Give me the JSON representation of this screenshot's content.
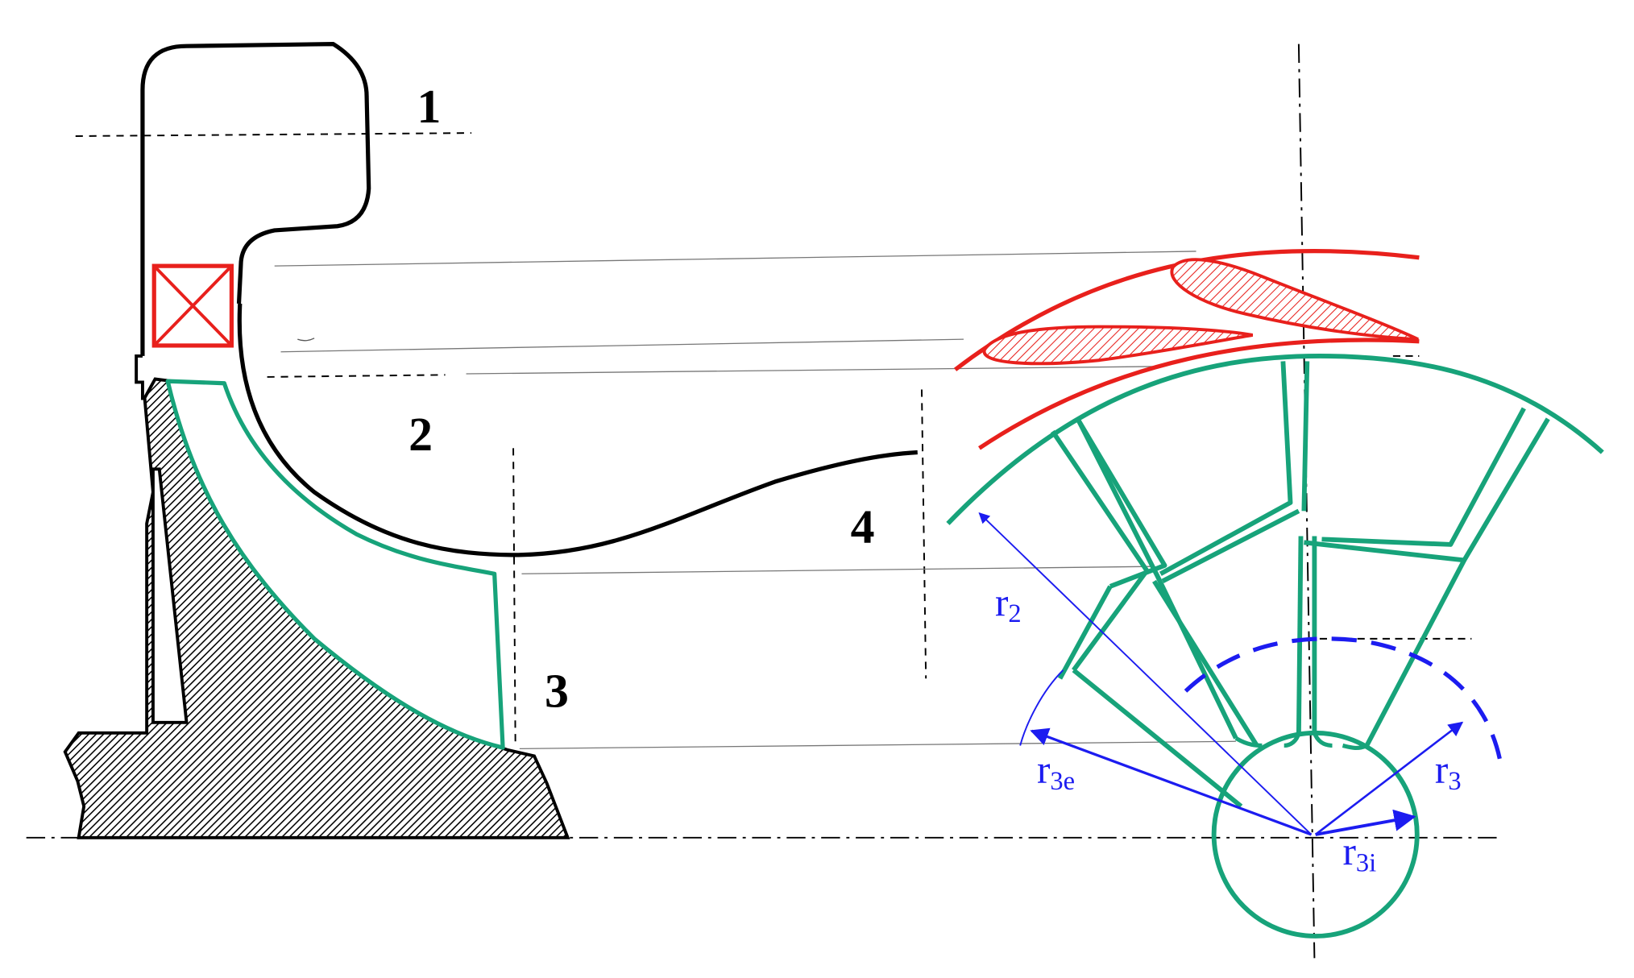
{
  "diagram": {
    "station_labels": [
      "1",
      "2",
      "3",
      "4"
    ],
    "radius_labels": {
      "r2": {
        "main": "r",
        "sub": "2"
      },
      "r3e": {
        "main": "r",
        "sub": "3e"
      },
      "r3": {
        "main": "r",
        "sub": "3"
      },
      "r3i": {
        "main": "r",
        "sub": "3i"
      }
    },
    "colors": {
      "casing": "#000000",
      "rotor_blade": "#17a37a",
      "nozzle_vane": "#e8201c",
      "radius_arrow": "#1c1cf0",
      "hub_hatch": "#000000",
      "background": "#ffffff"
    }
  }
}
